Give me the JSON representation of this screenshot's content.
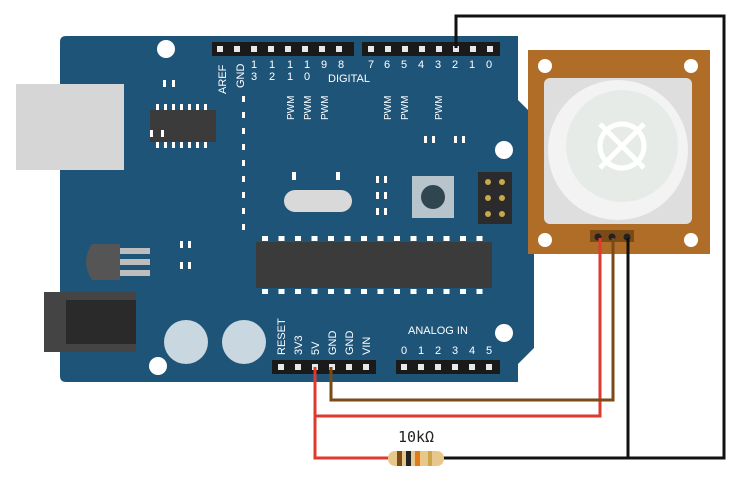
{
  "board": {
    "digital_header": {
      "section_label": "DIGITAL",
      "aref": "AREF",
      "gnd": "GND",
      "pins_left": [
        "13",
        "12",
        "11",
        "10",
        "9",
        "8"
      ],
      "pins_right": [
        "7",
        "6",
        "5",
        "4",
        "3",
        "2",
        "1",
        "0"
      ],
      "pwm_label": "PWM"
    },
    "power_header": {
      "pins": [
        "RESET",
        "3V3",
        "5V",
        "GND",
        "GND",
        "VIN"
      ]
    },
    "analog_header": {
      "section_label": "ANALOG IN",
      "pins": [
        "0",
        "1",
        "2",
        "3",
        "4",
        "5"
      ]
    }
  },
  "resistor": {
    "label": "10kΩ"
  },
  "colors": {
    "board": "#1f5479",
    "sensor_board": "#b06d28",
    "wire_red": "#e03a2e",
    "wire_brown": "#7a4a17",
    "wire_black": "#111111"
  }
}
